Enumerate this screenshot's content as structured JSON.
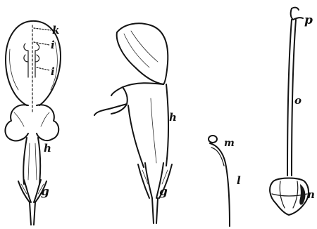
{
  "figure": {
    "labels": {
      "fig1_k": "k",
      "fig1_i_upper": "i",
      "fig1_i_lower": "i",
      "fig1_h": "h",
      "fig1_g": "g",
      "fig2_h": "h",
      "fig2_g": "g",
      "fig3_m": "m",
      "fig3_l": "l",
      "fig4_p": "p",
      "fig4_o": "o",
      "fig4_n": "n"
    }
  }
}
